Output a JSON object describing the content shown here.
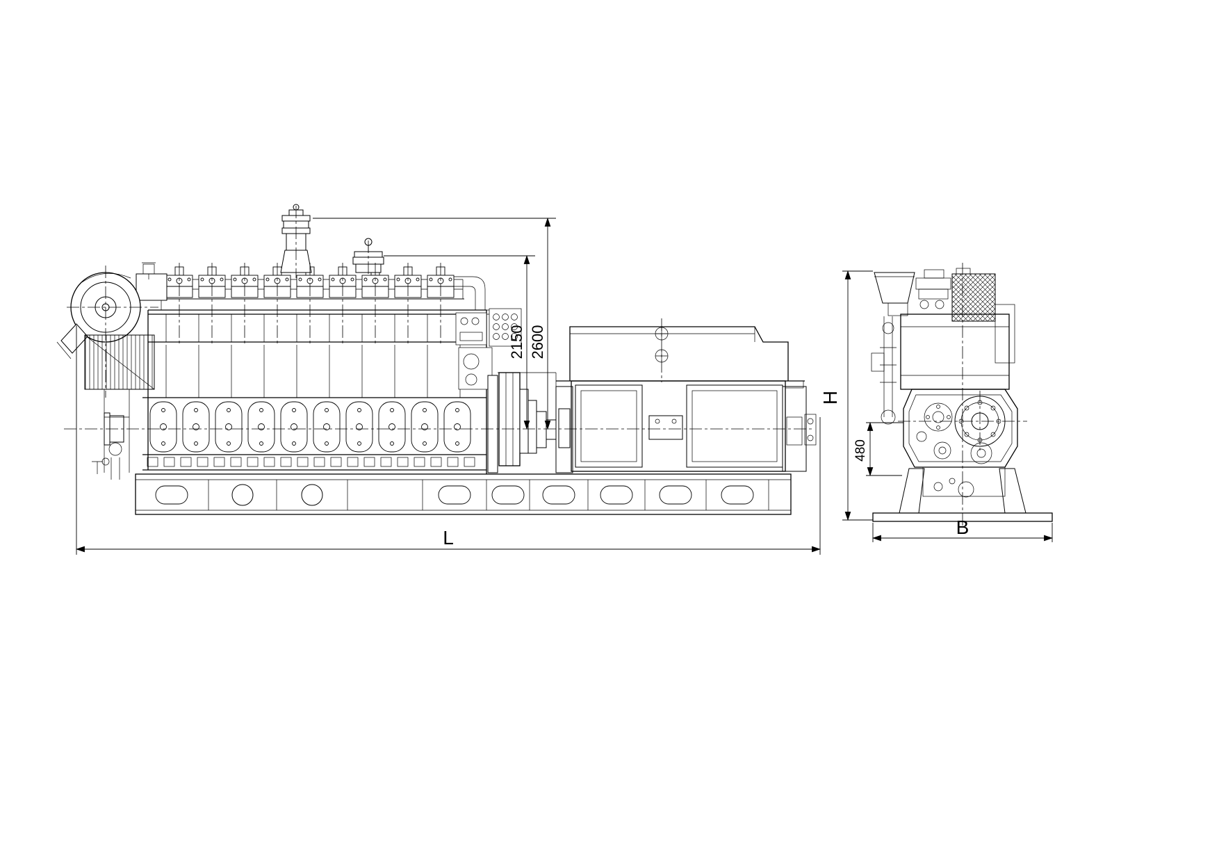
{
  "drawing": {
    "type": "engineering-general-arrangement",
    "background_color": "#ffffff",
    "line_color": "#000000"
  },
  "labels": {
    "overall_length": "L",
    "overall_width": "B",
    "overall_height": "H",
    "stack_height": "2600",
    "turbo_height": "2150",
    "crank_height": "480"
  }
}
